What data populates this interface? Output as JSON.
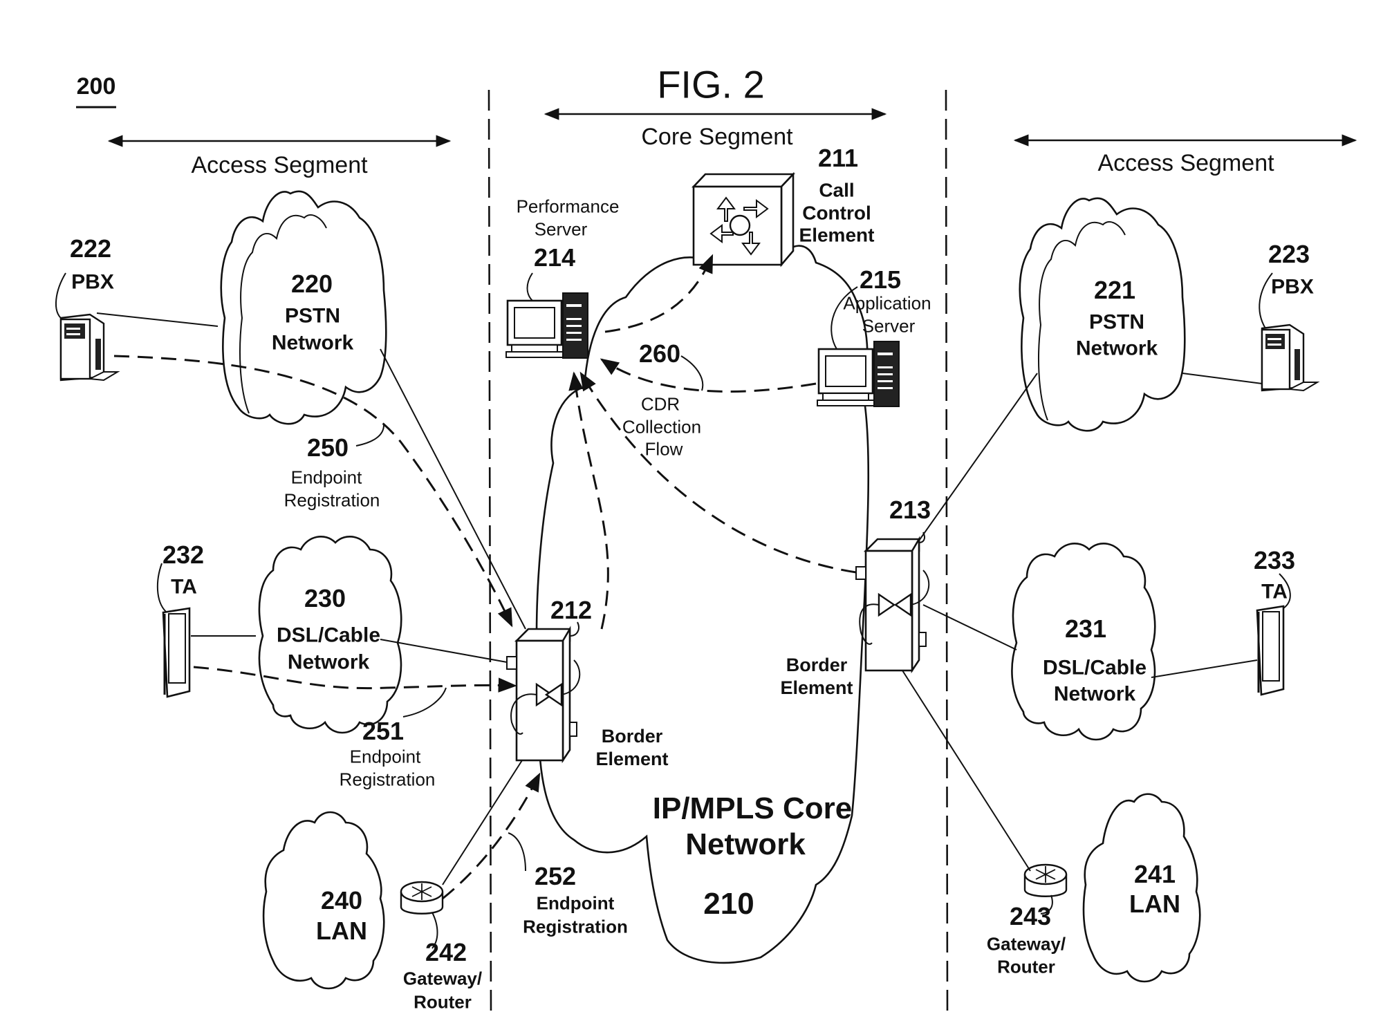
{
  "figure": {
    "number_label": "200",
    "title": "FIG. 2"
  },
  "segments": {
    "left_access": "Access Segment",
    "core": "Core Segment",
    "right_access": "Access Segment"
  },
  "core_network": {
    "ref": "210",
    "name_line1": "IP/MPLS Core",
    "name_line2": "Network"
  },
  "call_control": {
    "ref": "211",
    "name_line1": "Call",
    "name_line2": "Control",
    "name_line3": "Element"
  },
  "border_element_left": {
    "ref": "212",
    "name_line1": "Border",
    "name_line2": "Element"
  },
  "border_element_right": {
    "ref": "213",
    "name_line1": "Border",
    "name_line2": "Element"
  },
  "performance_server": {
    "ref": "214",
    "name_line1": "Performance",
    "name_line2": "Server"
  },
  "application_server": {
    "ref": "215",
    "name_line1": "Application",
    "name_line2": "Server"
  },
  "pstn_left": {
    "ref": "220",
    "name_line1": "PSTN",
    "name_line2": "Network"
  },
  "pstn_right": {
    "ref": "221",
    "name_line1": "PSTN",
    "name_line2": "Network"
  },
  "pbx_left": {
    "ref": "222",
    "name": "PBX"
  },
  "pbx_right": {
    "ref": "223",
    "name": "PBX"
  },
  "dsl_left": {
    "ref": "230",
    "name_line1": "DSL/Cable",
    "name_line2": "Network"
  },
  "dsl_right": {
    "ref": "231",
    "name_line1": "DSL/Cable",
    "name_line2": "Network"
  },
  "ta_left": {
    "ref": "232",
    "name": "TA"
  },
  "ta_right": {
    "ref": "233",
    "name": "TA"
  },
  "lan_left": {
    "ref": "240",
    "name": "LAN"
  },
  "lan_right": {
    "ref": "241",
    "name": "LAN"
  },
  "router_left": {
    "ref": "242",
    "name_line1": "Gateway/",
    "name_line2": "Router"
  },
  "router_right": {
    "ref": "243",
    "name_line1": "Gateway/",
    "name_line2": "Router"
  },
  "flows": {
    "reg_250": {
      "ref": "250",
      "line1": "Endpoint",
      "line2": "Registration"
    },
    "reg_251": {
      "ref": "251",
      "line1": "Endpoint",
      "line2": "Registration"
    },
    "reg_252": {
      "ref": "252",
      "line1": "Endpoint",
      "line2": "Registration"
    },
    "cdr_260": {
      "ref": "260",
      "line1": "CDR",
      "line2": "Collection",
      "line3": "Flow"
    }
  }
}
